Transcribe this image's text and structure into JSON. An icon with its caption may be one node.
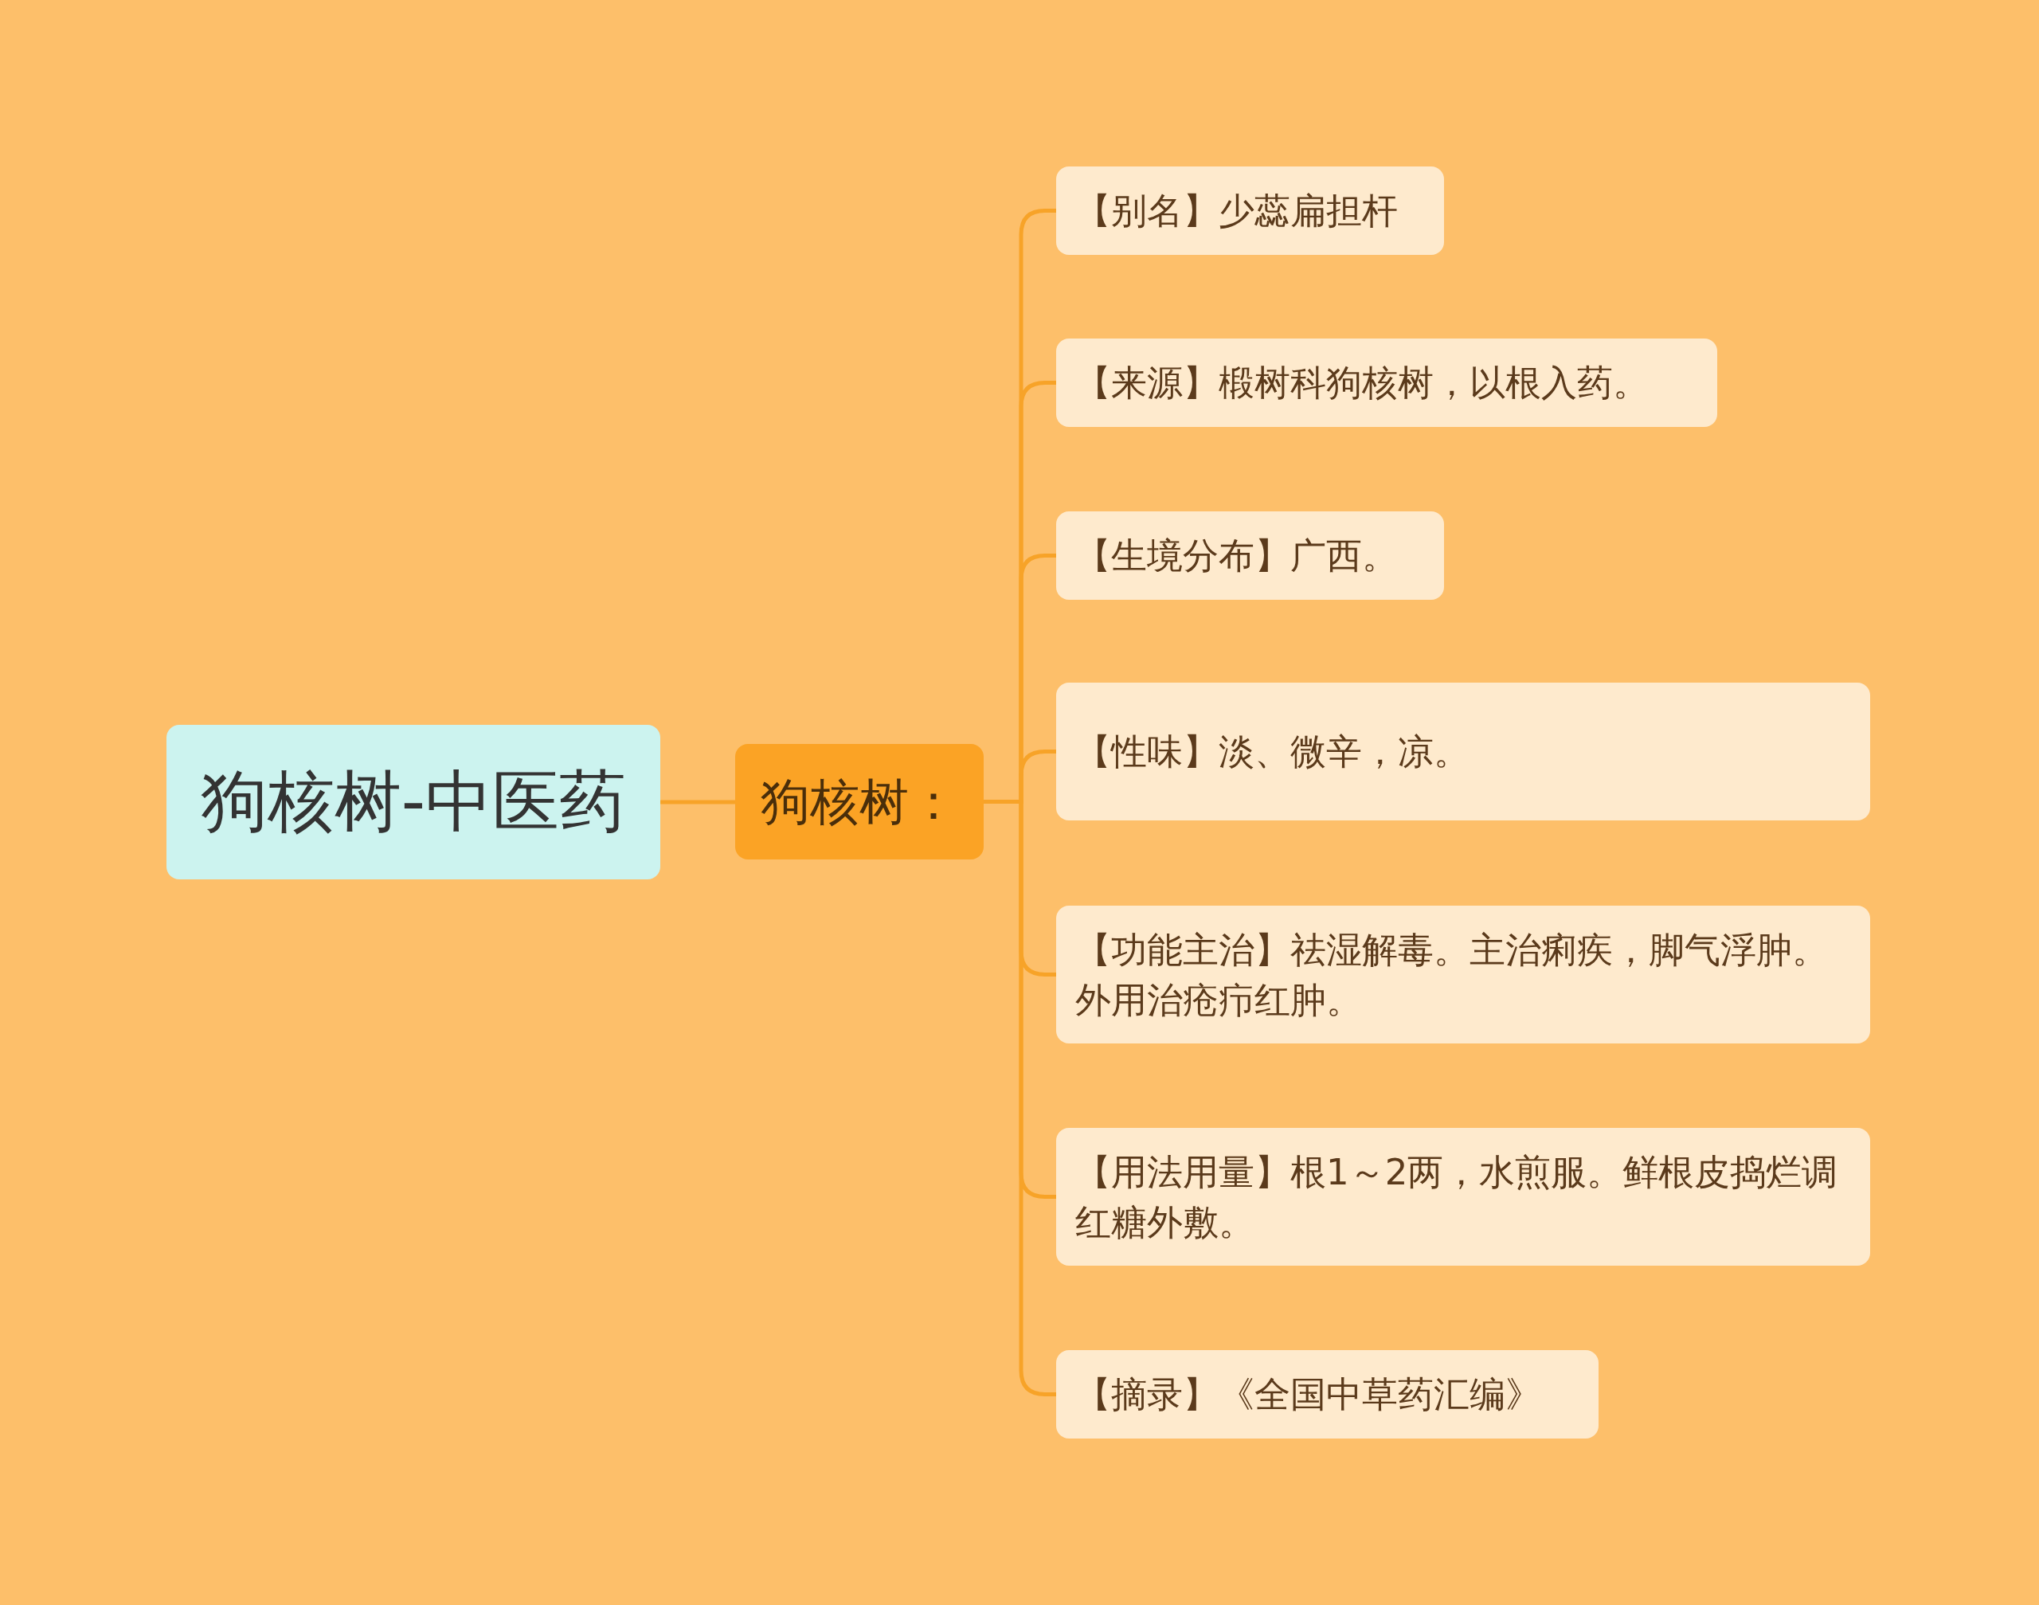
{
  "diagram": {
    "nodes": [
      {
        "text": [
          "狗核树-中医药"
        ]
      },
      {
        "text": [
          "狗核树："
        ]
      },
      {
        "text": [
          "【别名】少蕊扁担杆"
        ]
      },
      {
        "text": [
          "【来源】椴树科狗核树，以根入药。"
        ]
      },
      {
        "text": [
          "【生境分布】广西。"
        ]
      },
      {
        "text": [
          "【性味】淡、微辛，凉。"
        ]
      },
      {
        "text": [
          "【功能主治】祛湿解毒。主治痢疾，脚气浮肿。外用治疮疖红肿。"
        ]
      },
      {
        "text": [
          "【用法用量】根1～2两，水煎服。鲜根皮捣烂调红糖外敷。"
        ]
      },
      {
        "text": [
          "【摘录】《全国中草药汇编》"
        ]
      }
    ],
    "edges": [
      {
        "from": 0,
        "to": 1,
        "arrow": "none"
      },
      {
        "from": 1,
        "to": 2,
        "arrow": "none"
      },
      {
        "from": 1,
        "to": 3,
        "arrow": "none"
      },
      {
        "from": 1,
        "to": 4,
        "arrow": "none"
      },
      {
        "from": 1,
        "to": 5,
        "arrow": "none"
      },
      {
        "from": 1,
        "to": 6,
        "arrow": "none"
      },
      {
        "from": 1,
        "to": 7,
        "arrow": "none"
      },
      {
        "from": 1,
        "to": 8,
        "arrow": "none"
      }
    ]
  }
}
